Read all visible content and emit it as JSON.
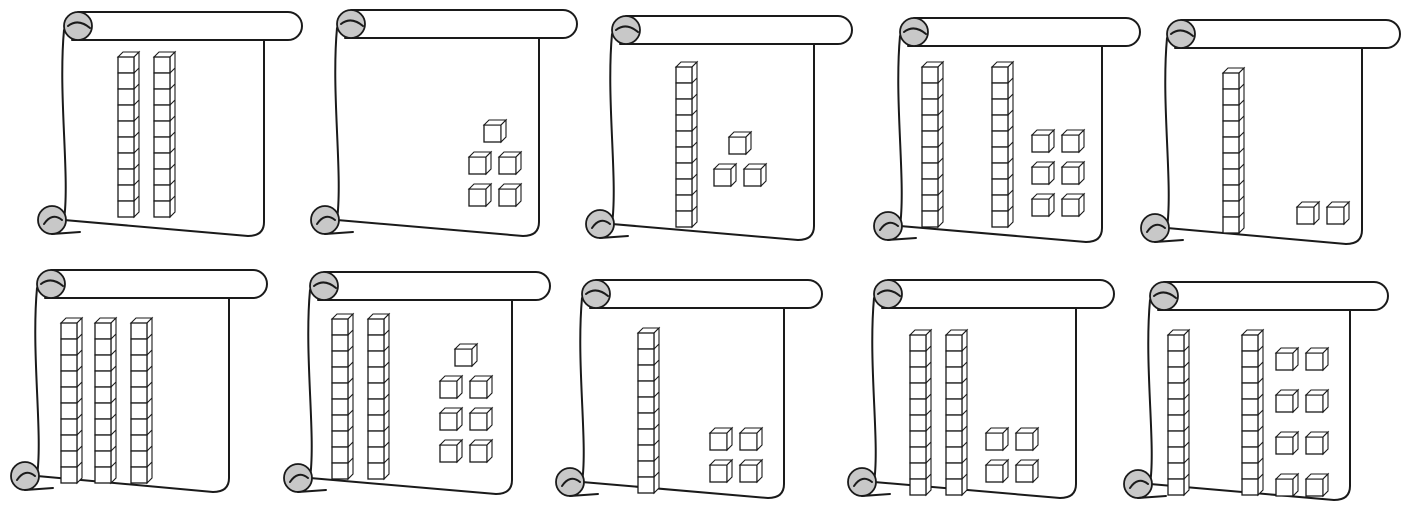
{
  "worksheet": {
    "scrolls": [
      {
        "id": 1,
        "tens": 2,
        "ones": 0
      },
      {
        "id": 2,
        "tens": 0,
        "ones": 5
      },
      {
        "id": 3,
        "tens": 1,
        "ones": 3
      },
      {
        "id": 4,
        "tens": 2,
        "ones": 6
      },
      {
        "id": 5,
        "tens": 1,
        "ones": 2
      },
      {
        "id": 6,
        "tens": 3,
        "ones": 0
      },
      {
        "id": 7,
        "tens": 2,
        "ones": 7
      },
      {
        "id": 8,
        "tens": 1,
        "ones": 4
      },
      {
        "id": 9,
        "tens": 2,
        "ones": 4
      },
      {
        "id": 10,
        "tens": 2,
        "ones": 8
      }
    ]
  }
}
